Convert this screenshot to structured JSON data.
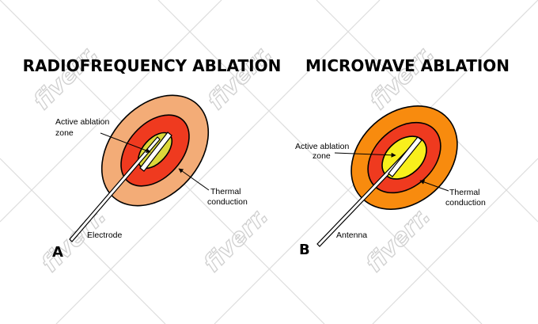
{
  "watermark": {
    "text": "fiverr.",
    "brand": "fiverr"
  },
  "panels": [
    {
      "title": "RADIOFREQUENCY ABLATION",
      "letter": "A",
      "colors": {
        "outer": "#f3ac77",
        "middle": "#ef3a1f",
        "inner": "#dcd83a"
      },
      "labels": {
        "active_line1": "Active ablation",
        "active_line2": "zone",
        "thermal_line1": "Thermal",
        "thermal_line2": "conduction",
        "probe": "Electrode"
      }
    },
    {
      "title": "MICROWAVE ABLATION",
      "letter": "B",
      "colors": {
        "outer": "#f88b0e",
        "middle": "#ef3a1f",
        "inner": "#f8ef1c"
      },
      "labels": {
        "active_line1": "Active ablation",
        "active_line2": "zone",
        "thermal_line1": "Thermal",
        "thermal_line2": "conduction",
        "probe": "Antenna"
      }
    }
  ]
}
